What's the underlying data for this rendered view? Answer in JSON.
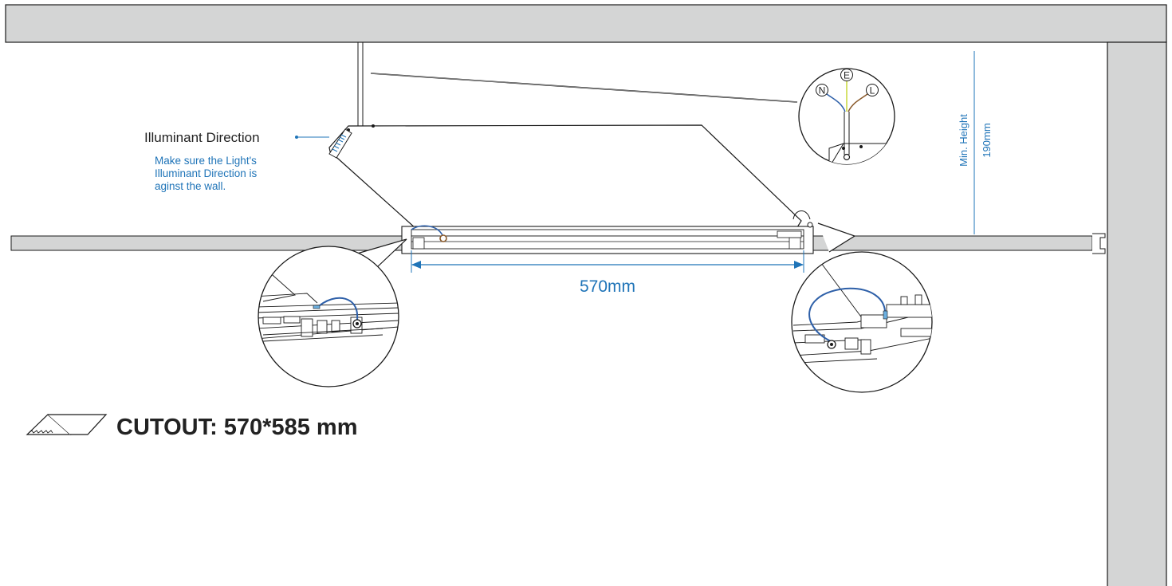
{
  "colors": {
    "accent_blue": "#1f74b8",
    "ceiling_gray": "#d4d5d5",
    "line_dark": "#1a1a1a",
    "wire_blue": "#2d5fa8",
    "wire_yellow_green": "#c9d93a",
    "wire_brown": "#8a5a2b"
  },
  "illuminant": {
    "label": "Illuminant Direction",
    "note_line1": "Make sure the Light's",
    "note_line2": "Illuminant Direction is",
    "note_line3": "aginst the wall."
  },
  "wiring": {
    "neutral": "N",
    "earth": "E",
    "live": "L"
  },
  "dimensions": {
    "width_label": "570mm",
    "min_height_label": "Min. Height",
    "min_height_value": "190mm"
  },
  "cutout": {
    "label": "CUTOUT: 570*585 mm"
  }
}
